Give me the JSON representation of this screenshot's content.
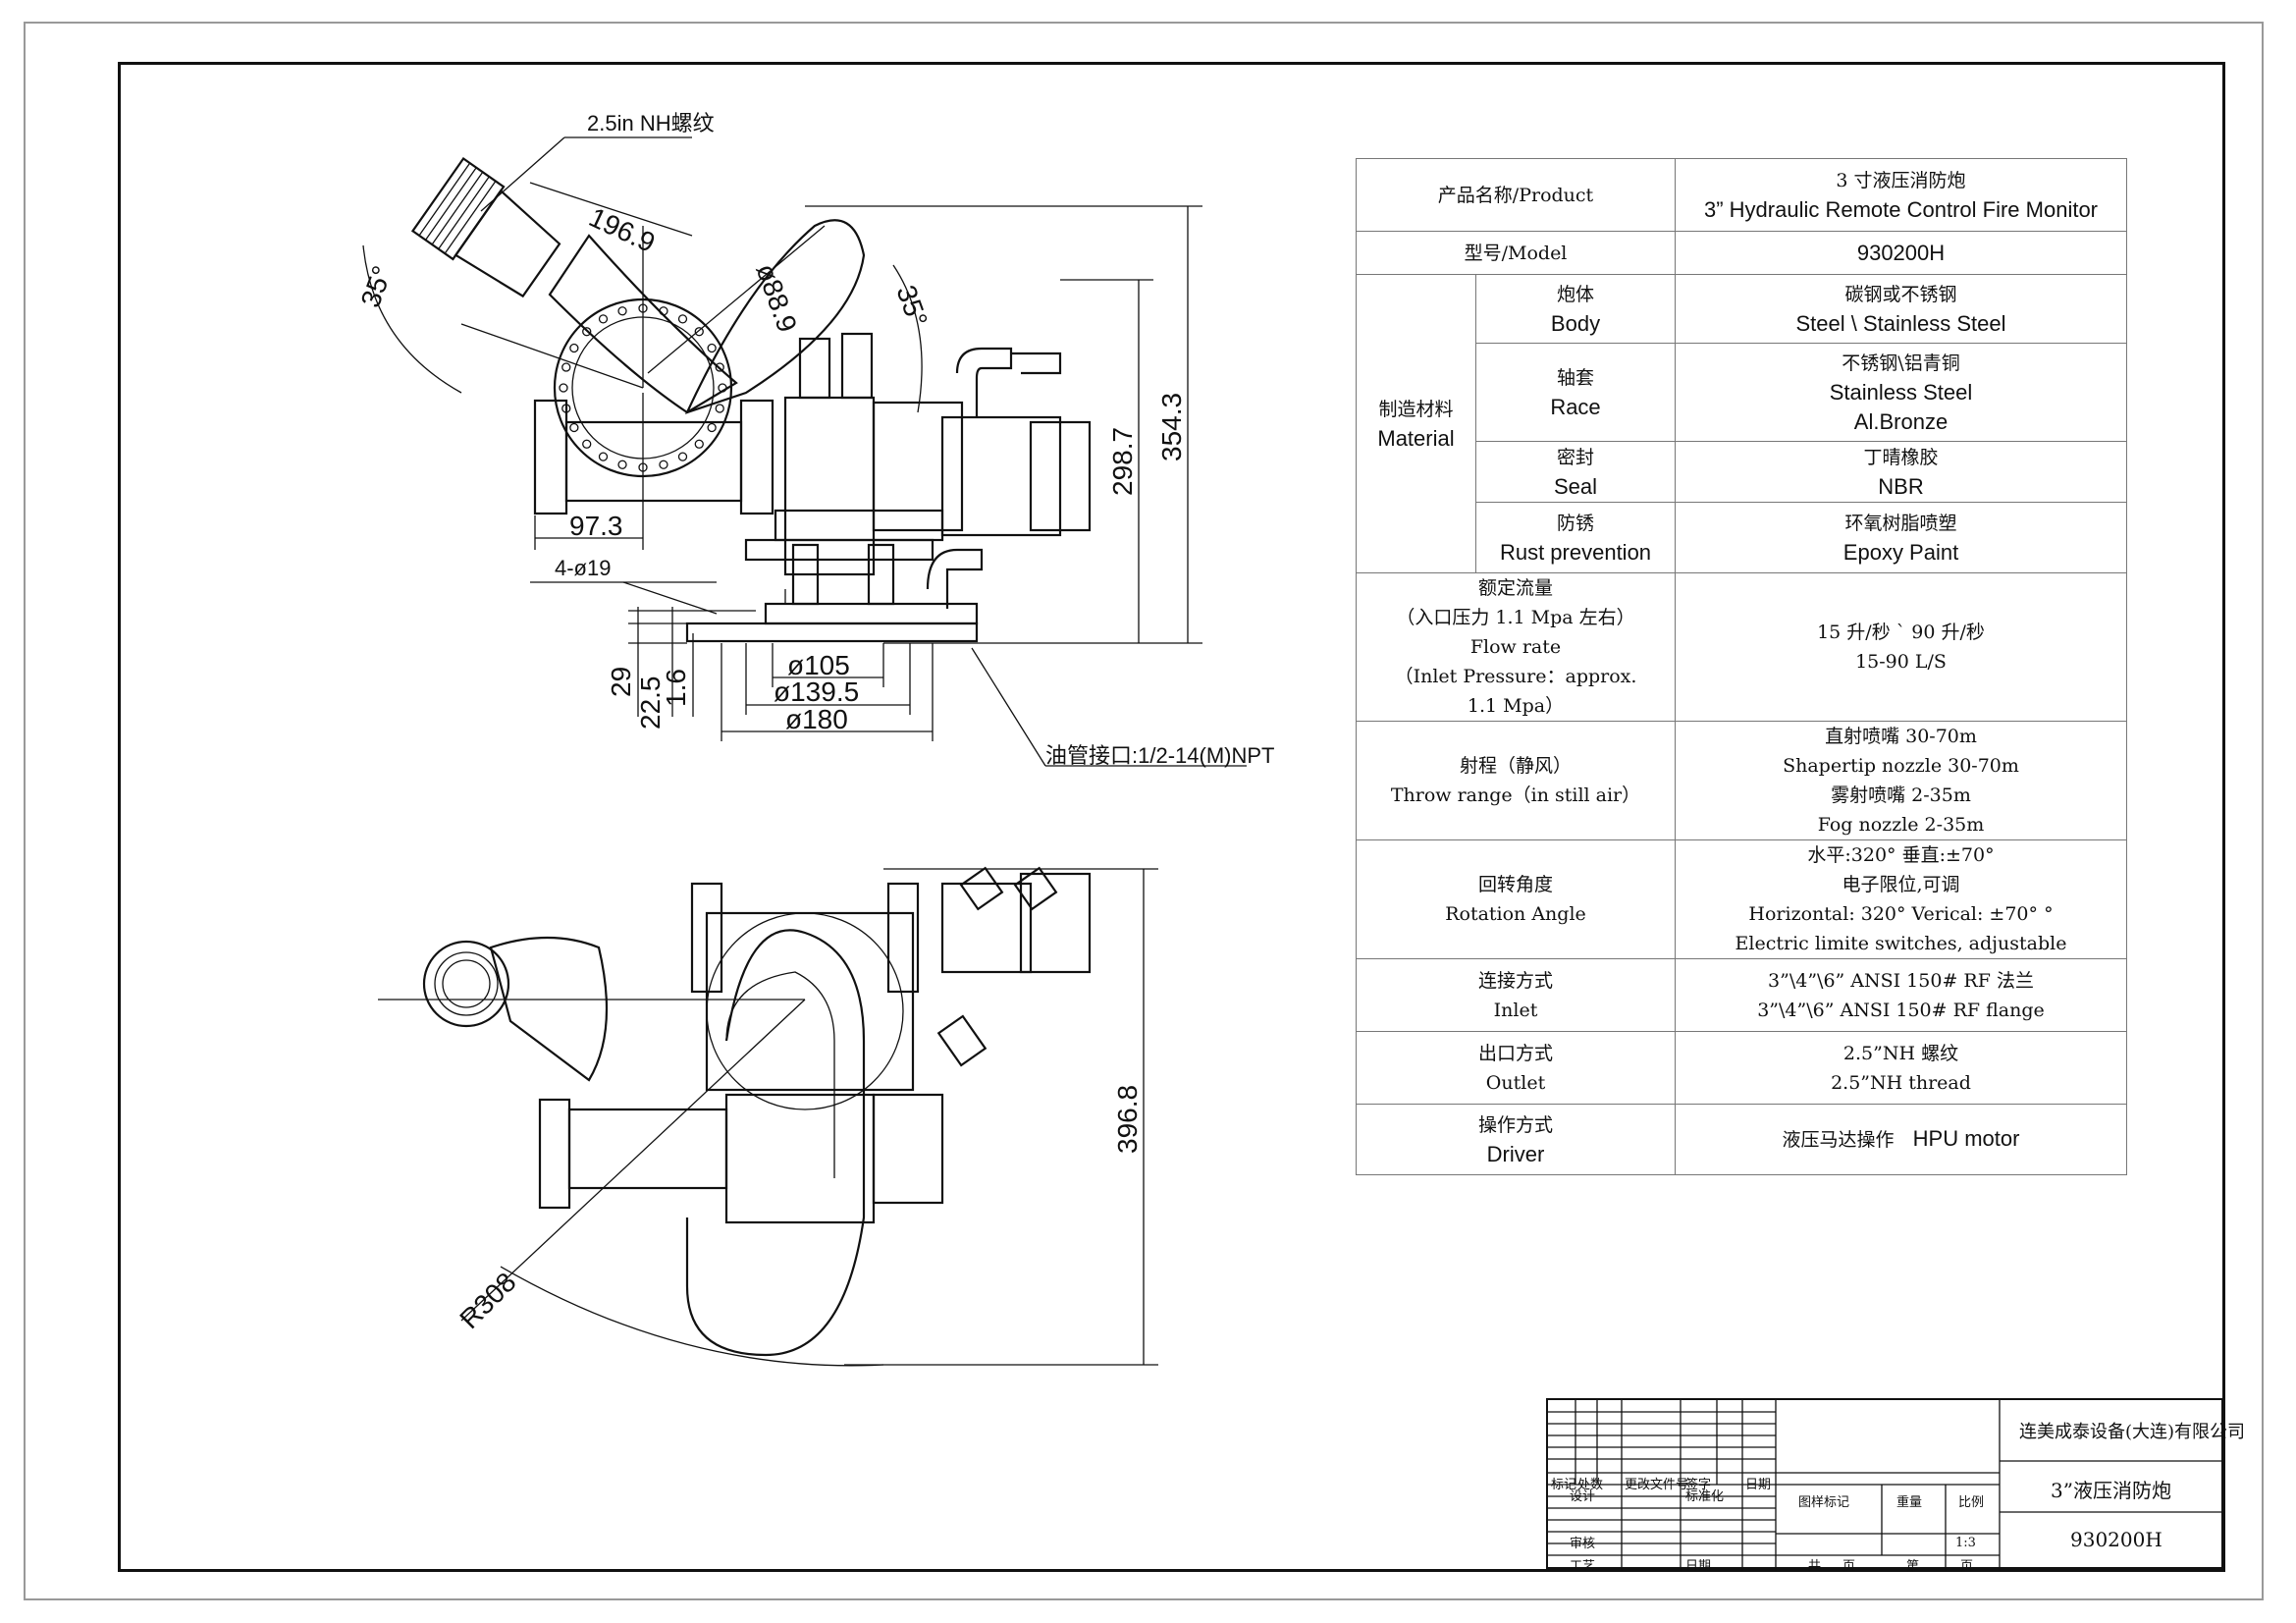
{
  "callouts": {
    "thread": "2.5in NH螺纹",
    "oil_port": "油管接口:1/2-14(M)NPT",
    "holes": "4-ø19"
  },
  "dimensions": {
    "d196_9": "196.9",
    "d88_9": "ø88.9",
    "a35_left": "35°",
    "a35_right": "35°",
    "d354_3": "354.3",
    "d298_7": "298.7",
    "d97_3": "97.3",
    "d29": "29",
    "d22_5": "22.5",
    "d1_6": "1.6",
    "d105": "ø105",
    "d139_5": "ø139.5",
    "d180": "ø180",
    "d396_8": "396.8",
    "r308": "R308"
  },
  "spec": {
    "product_label": "产品名称/Product",
    "product_cn": "3 寸液压消防炮",
    "product_en": "3” Hydraulic Remote Control Fire Monitor",
    "model_label": "型号/Model",
    "model_value": "930200H",
    "material_cn": "制造材料",
    "material_en": "Material",
    "body_cn": "炮体",
    "body_en": "Body",
    "body_v_cn": "碳钢或不锈钢",
    "body_v_en": "Steel \\ Stainless Steel",
    "race_cn": "轴套",
    "race_en": "Race",
    "race_v_cn": "不锈钢\\铝青铜",
    "race_v_en1": "Stainless Steel",
    "race_v_en2": "Al.Bronze",
    "seal_cn": "密封",
    "seal_en": "Seal",
    "seal_v_cn": "丁晴橡胶",
    "seal_v_en": "NBR",
    "rust_cn": "防锈",
    "rust_en": "Rust prevention",
    "rust_v_cn": "环氧树脂喷塑",
    "rust_v_en": "Epoxy Paint",
    "flow_l1": "额定流量",
    "flow_l2": "（入口压力 1.1 Mpa 左右）",
    "flow_l3": "Flow  rate",
    "flow_l4": "（Inlet Pressure：approx.",
    "flow_l5": "1.1 Mpa）",
    "flow_v1": "15 升/秒 ` 90 升/秒",
    "flow_v2": "15-90 L/S",
    "throw_l1": "射程（静风）",
    "throw_l2": "Throw range（in still air）",
    "throw_v1": "直射喷嘴 30-70m",
    "throw_v2": "Shapertip nozzle 30-70m",
    "throw_v3": "雾射喷嘴 2-35m",
    "throw_v4": "Fog nozzle 2-35m",
    "rot_l1": "回转角度",
    "rot_l2": "Rotation Angle",
    "rot_v1": "水平:320°  垂直:±70°",
    "rot_v2": "电子限位,可调",
    "rot_v3": "Horizontal: 320°  Verical: ±70° °",
    "rot_v4": "Electric limite switches, adjustable",
    "inlet_l1": "连接方式",
    "inlet_l2": "Inlet",
    "inlet_v1": "3”\\4”\\6” ANSI 150# RF 法兰",
    "inlet_v2": "3”\\4”\\6”  ANSI  150# RF flange",
    "outlet_l1": "出口方式",
    "outlet_l2": "Outlet",
    "outlet_v1": "2.5”NH 螺纹",
    "outlet_v2": "2.5”NH thread",
    "driver_l1": "操作方式",
    "driver_l2": "Driver",
    "driver_v_cn": "液压马达操作",
    "driver_v_en": "HPU motor"
  },
  "title_block": {
    "company": "连美成泰设备(大连)有限公司",
    "drawing_title": "3”液压消防炮",
    "drawing_number": "930200H",
    "mark": "标记",
    "count": "处数",
    "change_doc": "更改文件号",
    "signature": "签字",
    "date": "日期",
    "design": "设计",
    "standardize": "标准化",
    "drawing_mark": "图样标记",
    "weight": "重量",
    "scale": "比例",
    "review": "审核",
    "process": "工艺",
    "date2": "日期",
    "scale_value": "1:3",
    "total": "共",
    "sheet_unit": "页",
    "sheet_no": "第",
    "sheet_unit2": "页"
  }
}
